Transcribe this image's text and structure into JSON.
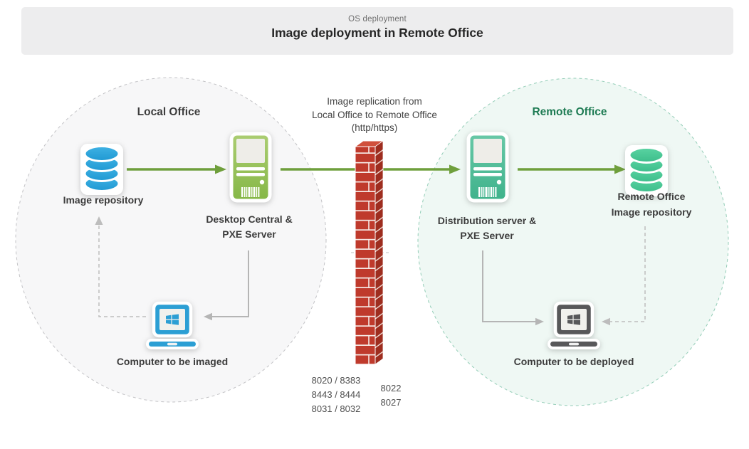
{
  "header": {
    "eyebrow": "OS deployment",
    "title": "Image deployment in Remote Office"
  },
  "local_office": {
    "title": "Local Office",
    "image_repository_label": "Image repository",
    "server_label_lines": [
      "Desktop Central &",
      "PXE Server"
    ],
    "computer_label": "Computer to be imaged"
  },
  "remote_office": {
    "title": "Remote Office",
    "server_label_lines": [
      "Distribution server &",
      "PXE Server"
    ],
    "repository_label_lines": [
      "Remote Office",
      "Image repository"
    ],
    "computer_label": "Computer to be deployed"
  },
  "replication": {
    "caption_lines": [
      "Image replication from",
      "Local Office to Remote Office",
      "(http/https)"
    ],
    "firewall_ports_left": [
      "8020 / 8383",
      "8443 / 8444",
      "8031 / 8032"
    ],
    "firewall_ports_right": [
      "8022",
      "8027"
    ]
  },
  "colors": {
    "arrow_green": "#6f9f3c",
    "arrow_gray": "#b5b5b5",
    "local_circle_fill": "#f7f7f8",
    "local_circle_border": "#c3c3c6",
    "remote_circle_fill": "#eff8f4",
    "remote_circle_border": "#93cdb7",
    "remote_title_text": "#1e7b53",
    "firewall_brick_front": "#bf3a2c",
    "firewall_brick_side": "#9e2d1f",
    "repository_blue": "#2da3d8",
    "repository_teal": "#46c493",
    "server_green": "#8cbb4d",
    "server_teal": "#4cbd95",
    "laptop_blue": "#2c9fd4",
    "laptop_gray": "#58585a"
  }
}
